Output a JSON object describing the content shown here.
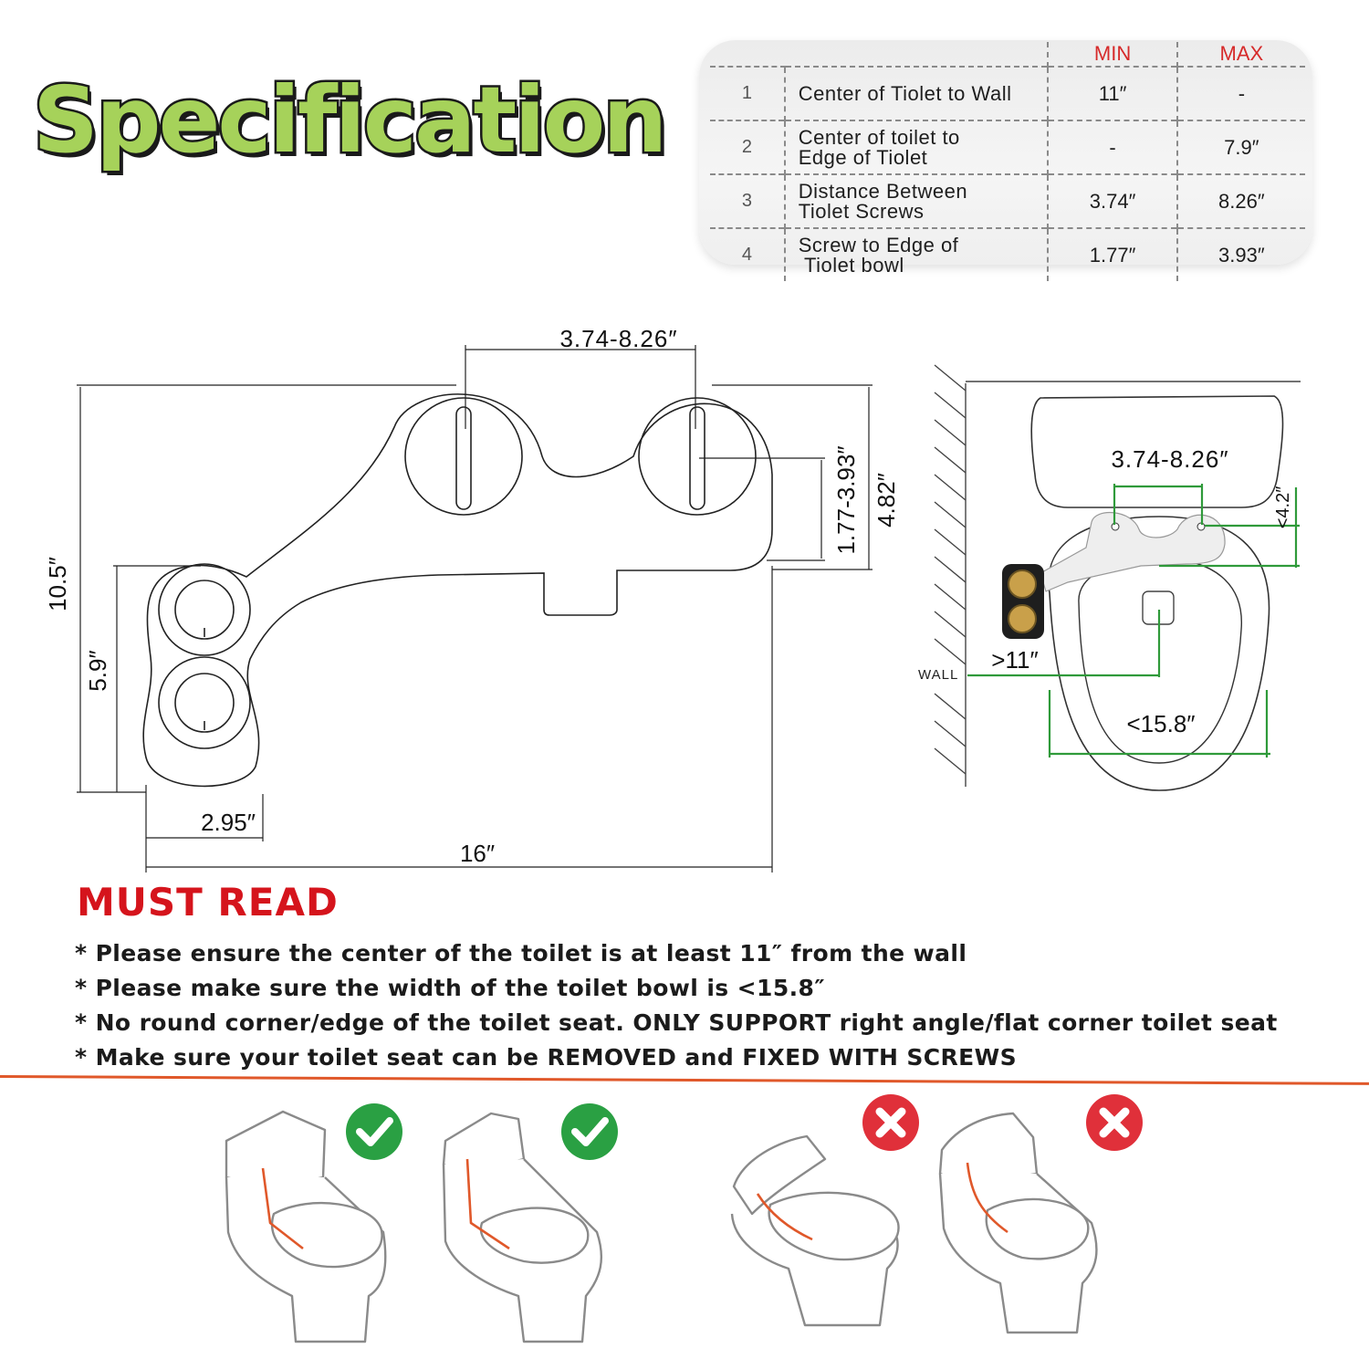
{
  "title": "Specification",
  "spec_table": {
    "min_header": "MIN",
    "max_header": "MAX",
    "rows": [
      {
        "num": "1",
        "label_1": "Center of Tiolet to Wall",
        "label_2": "",
        "min": "11″",
        "max": "-"
      },
      {
        "num": "2",
        "label_1": "Center of toilet to",
        "label_2": "Edge of Tiolet",
        "min": "-",
        "max": "7.9″"
      },
      {
        "num": "3",
        "label_1": "Distance Between",
        "label_2": "Tiolet Screws",
        "min": "3.74″",
        "max": "8.26″"
      },
      {
        "num": "4",
        "label_1": "Screw to Edge of",
        "label_2": " Tiolet bowl",
        "min": "1.77″",
        "max": "3.93″"
      }
    ]
  },
  "dimensions": {
    "screw_spacing": "3.74-8.26″",
    "total_height": "10.5″",
    "knob_height": "5.9″",
    "screw_to_edge": "1.77-3.93″",
    "plate_height": "4.82″",
    "knob_width": "2.95″",
    "total_width": "16″"
  },
  "install_view": {
    "screw_spacing": "3.74-8.26″",
    "edge_distance": "<4.2″",
    "wall_label": "WALL",
    "wall_distance": ">11″",
    "bowl_width": "<15.8″"
  },
  "must_read": {
    "heading": "MUST READ",
    "items": [
      "* Please ensure the center of the toilet is at least 11″ from the wall",
      "* Please make sure the width of the toilet bowl is <15.8″",
      "* No round corner/edge of the toilet seat. ONLY SUPPORT right angle/flat corner toilet seat",
      "* Make sure your toilet seat can be REMOVED and FIXED WITH SCREWS"
    ]
  },
  "compatibility": [
    {
      "seat": "flat-corner",
      "supported": true,
      "icon": "check-icon"
    },
    {
      "seat": "flat-corner",
      "supported": true,
      "icon": "check-icon"
    },
    {
      "seat": "round-corner",
      "supported": false,
      "icon": "cross-icon"
    },
    {
      "seat": "round-corner",
      "supported": false,
      "icon": "cross-icon"
    }
  ],
  "colors": {
    "title_green": "#a6d25a",
    "heading_red": "#d5141c",
    "dimension_green": "#2f9a3a",
    "check_green": "#2aa043",
    "cross_red": "#e0303a",
    "seat_edge_orange": "#e0582a"
  }
}
